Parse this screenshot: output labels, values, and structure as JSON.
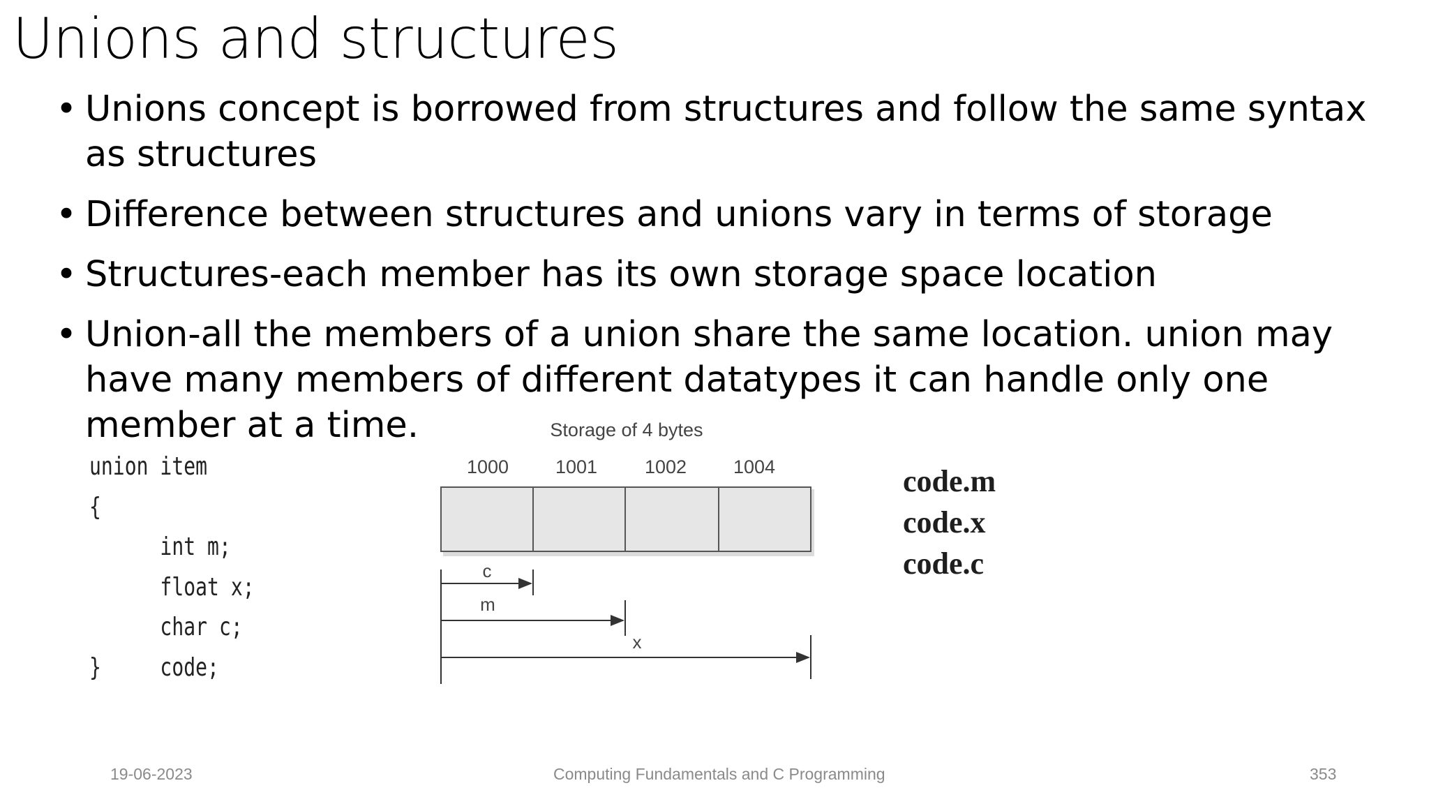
{
  "slide": {
    "title": "Unions and structures",
    "bullets": [
      "Unions concept is borrowed from structures and follow the same syntax as structures",
      "Difference between structures and unions vary in terms of storage",
      "Structures-each member has its own storage space location",
      "Union-all the members of a union share the same location. union may have many members of different datatypes it can handle only one member at a time."
    ]
  },
  "code_example": {
    "lines": [
      "union item",
      "{",
      "      int m;",
      "      float x;",
      "      char c;",
      "}     code;"
    ]
  },
  "diagram": {
    "title": "Storage of 4 bytes",
    "addresses": [
      "1000",
      "1001",
      "1002",
      "1004"
    ],
    "member_labels": [
      "c",
      "m",
      "x"
    ]
  },
  "member_access": [
    "code.m",
    "code.x",
    "code.c"
  ],
  "footer": {
    "date": "19-06-2023",
    "course": "Computing Fundamentals and C Programming",
    "page": "353"
  }
}
